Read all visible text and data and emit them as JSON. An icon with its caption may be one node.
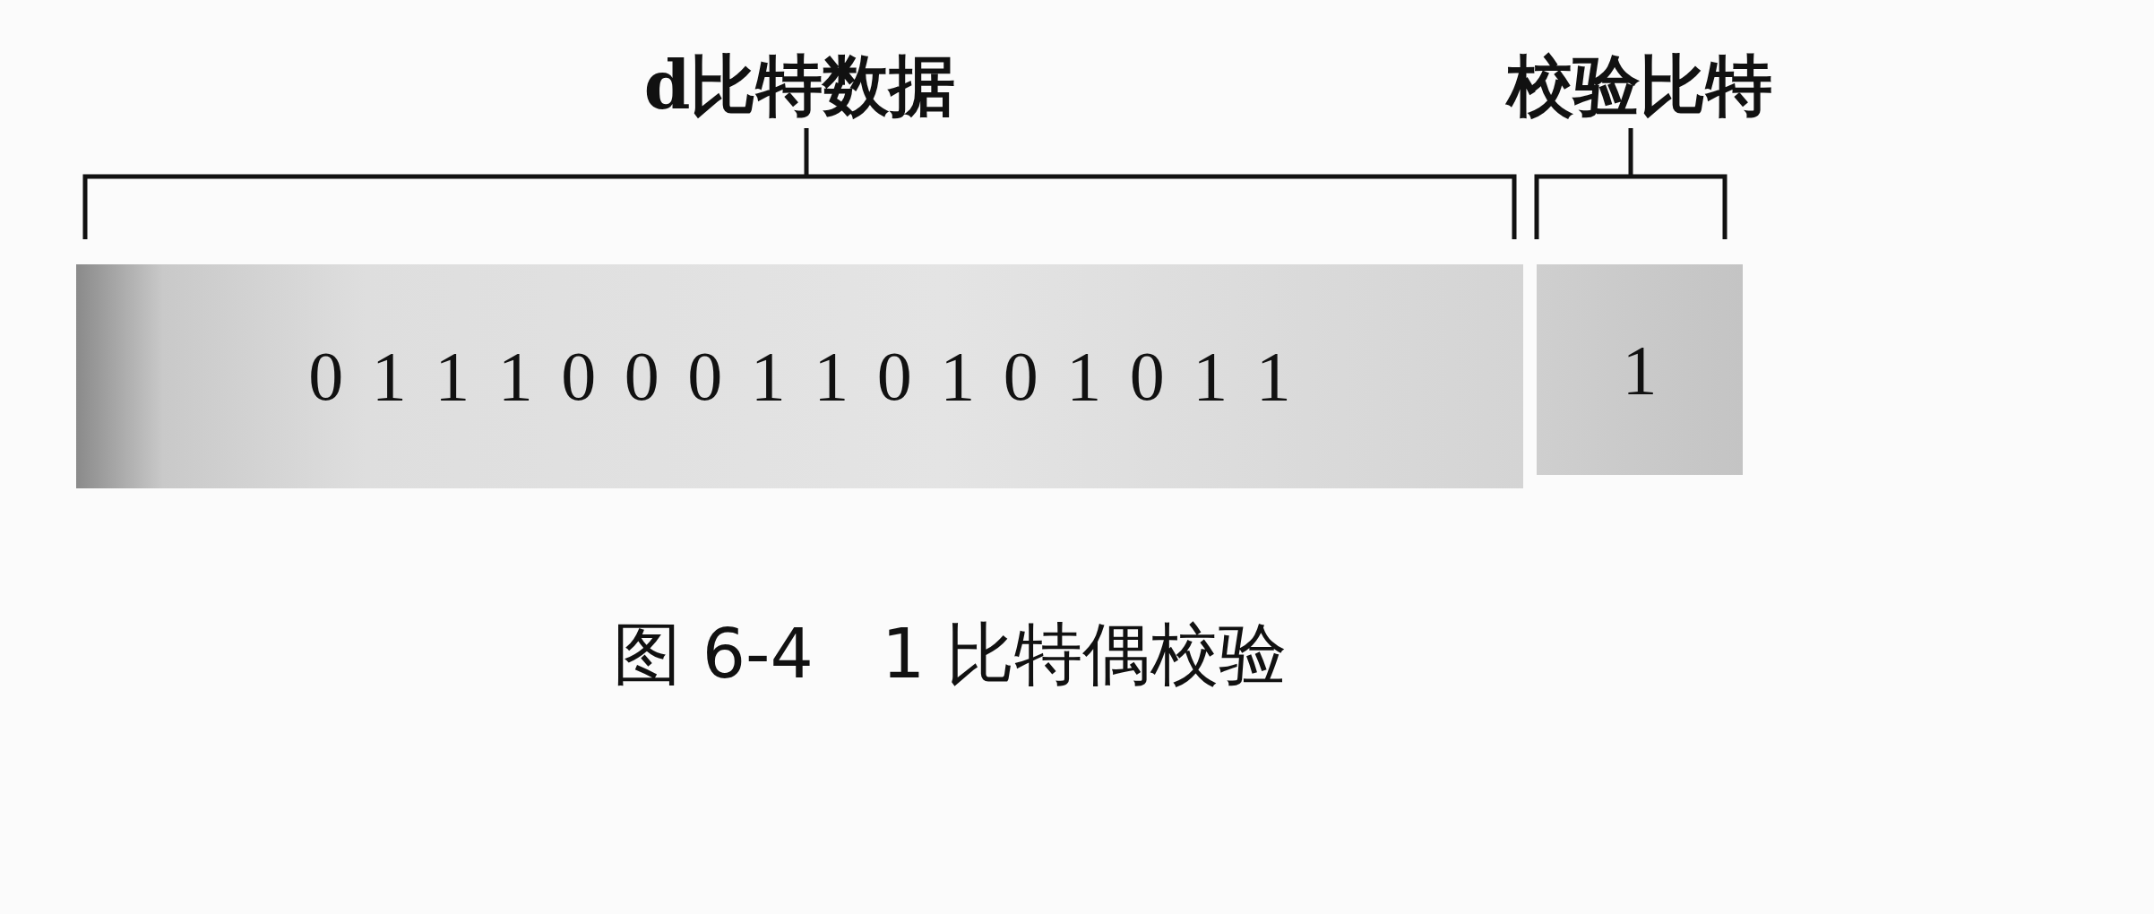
{
  "diagram": {
    "caption": "图 6-4　1 比特偶校验",
    "nodes": [
      {
        "text": [
          "d比特数据",
          "0 1 1 1 0 0 0 1 1 0 1 0 1 0 1 1"
        ]
      },
      {
        "text": [
          "校验比特",
          "1"
        ]
      }
    ]
  }
}
